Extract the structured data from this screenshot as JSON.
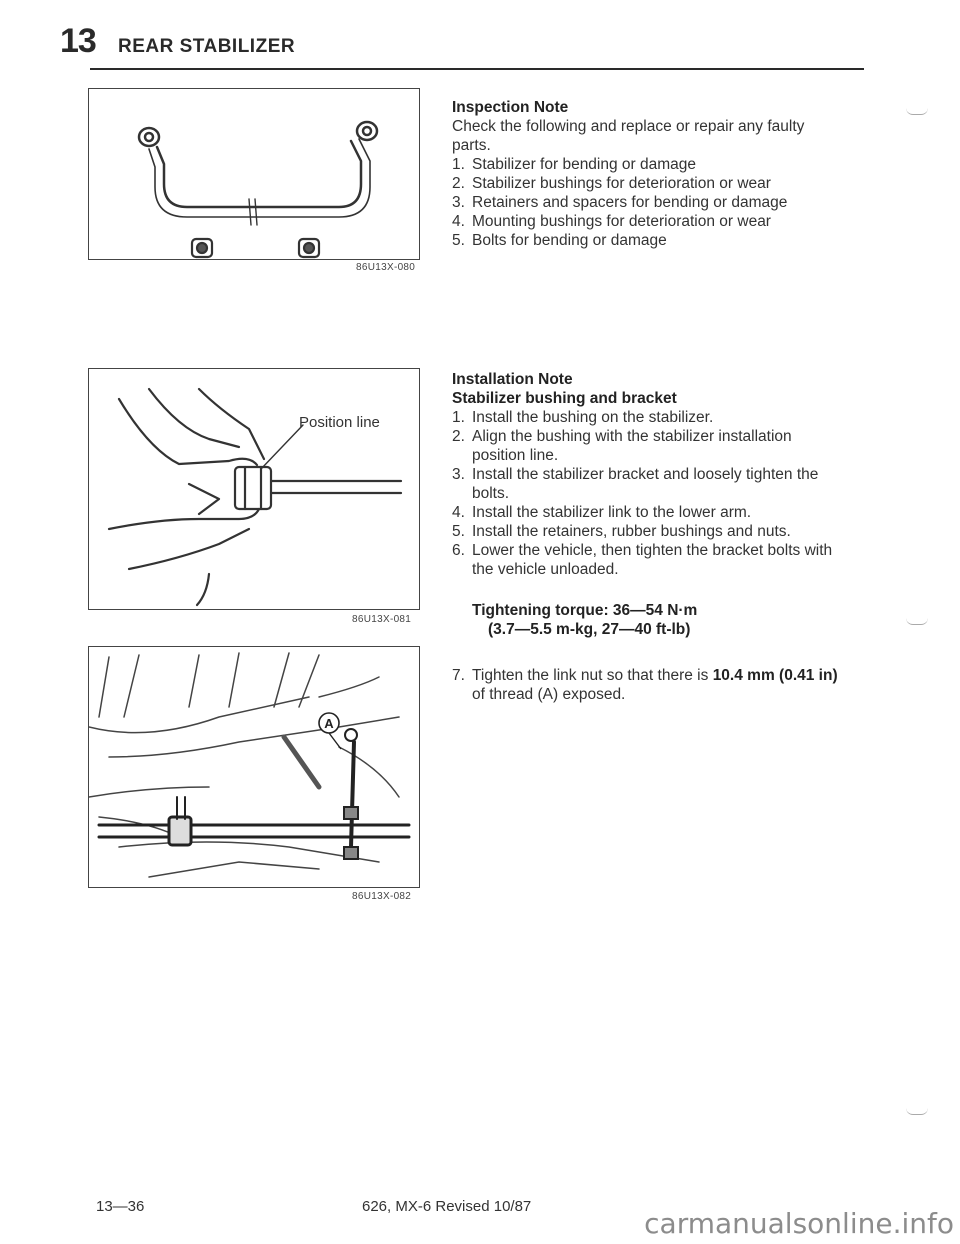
{
  "header": {
    "chapter_number": "13",
    "chapter_title": "REAR STABILIZER"
  },
  "figures": [
    {
      "code": "86U13X-080"
    },
    {
      "code": "86U13X-081",
      "callout": "Position line"
    },
    {
      "code": "86U13X-082",
      "callout": "A"
    }
  ],
  "inspection": {
    "heading": "Inspection Note",
    "intro": "Check the following and replace or repair any faulty parts.",
    "items": [
      {
        "num": "1.",
        "text": "Stabilizer for bending or damage"
      },
      {
        "num": "2.",
        "text": "Stabilizer bushings for deterioration or wear"
      },
      {
        "num": "3.",
        "text": "Retainers and spacers for bending or damage"
      },
      {
        "num": "4.",
        "text": "Mounting bushings for deterioration or wear"
      },
      {
        "num": "5.",
        "text": "Bolts for bending or damage"
      }
    ]
  },
  "installation": {
    "heading": "Installation Note",
    "subheading": "Stabilizer bushing and bracket",
    "items": [
      {
        "num": "1.",
        "text": "Install the bushing on the stabilizer."
      },
      {
        "num": "2.",
        "text": "Align the bushing with the stabilizer installation position line."
      },
      {
        "num": "3.",
        "text": "Install the stabilizer bracket and loosely tighten the bolts."
      },
      {
        "num": "4.",
        "text": "Install the stabilizer link to the lower arm."
      },
      {
        "num": "5.",
        "text": "Install the retainers, rubber bushings and nuts."
      },
      {
        "num": "6.",
        "text": "Lower the vehicle, then tighten the bracket bolts with the vehicle unloaded."
      }
    ],
    "torque_line1": "Tightening torque: 36—54 N·m",
    "torque_line2": "(3.7—5.5 m-kg, 27—40 ft-lb)",
    "step7": {
      "num": "7.",
      "pre": "Tighten the link nut so that there is ",
      "value": "10.4 mm (0.41 in)",
      "post": " of thread (A) exposed."
    }
  },
  "footer": {
    "page_number": "13—36",
    "publication": "626, MX-6 Revised 10/87"
  },
  "watermark": "carmanualsonline.info"
}
